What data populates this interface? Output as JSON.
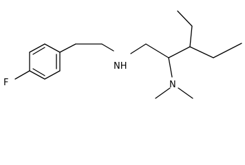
{
  "molecule": {
    "atoms": {
      "fluorine": "F",
      "nh": "NH",
      "n": "N"
    }
  }
}
